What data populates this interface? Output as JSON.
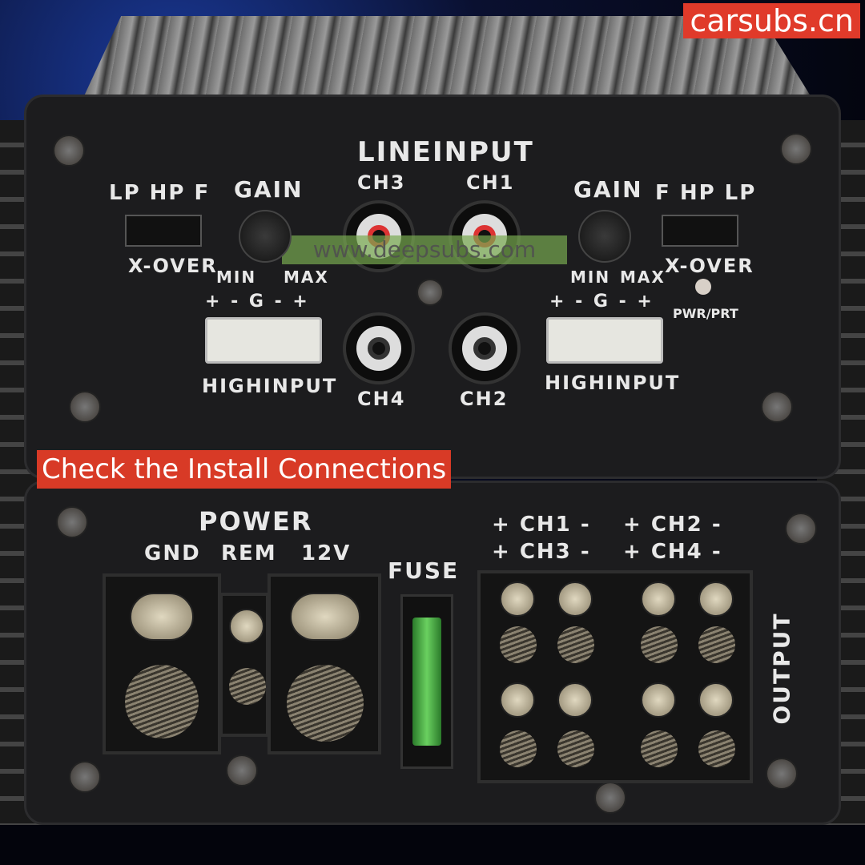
{
  "watermark_brand": "carsubs.cn",
  "watermark_site": "www.deepsubs.com",
  "banner": "Check the Install Connections",
  "top_panel": {
    "line_input": "LINEINPUT",
    "ch3": "CH3",
    "ch1": "CH1",
    "ch4": "CH4",
    "ch2": "CH2",
    "left": {
      "switch": "LP HP F",
      "gain": "GAIN",
      "xover": "X-OVER",
      "min": "MIN",
      "max": "MAX",
      "pins": "+ - G - +",
      "high_input": "HIGHINPUT"
    },
    "right": {
      "switch": "F HP LP",
      "gain": "GAIN",
      "xover": "X-OVER",
      "min": "MIN",
      "max": "MAX",
      "pins": "+ - G - +",
      "high_input": "HIGHINPUT"
    },
    "led": "PWR/PRT"
  },
  "bottom_panel": {
    "power": "POWER",
    "gnd": "GND",
    "rem": "REM",
    "v12": "12V",
    "fuse": "FUSE",
    "ch1": "+ CH1 -",
    "ch3": "+ CH3 -",
    "ch2": "+ CH2 -",
    "ch4": "+ CH4 -",
    "output": "OUTPUT"
  }
}
